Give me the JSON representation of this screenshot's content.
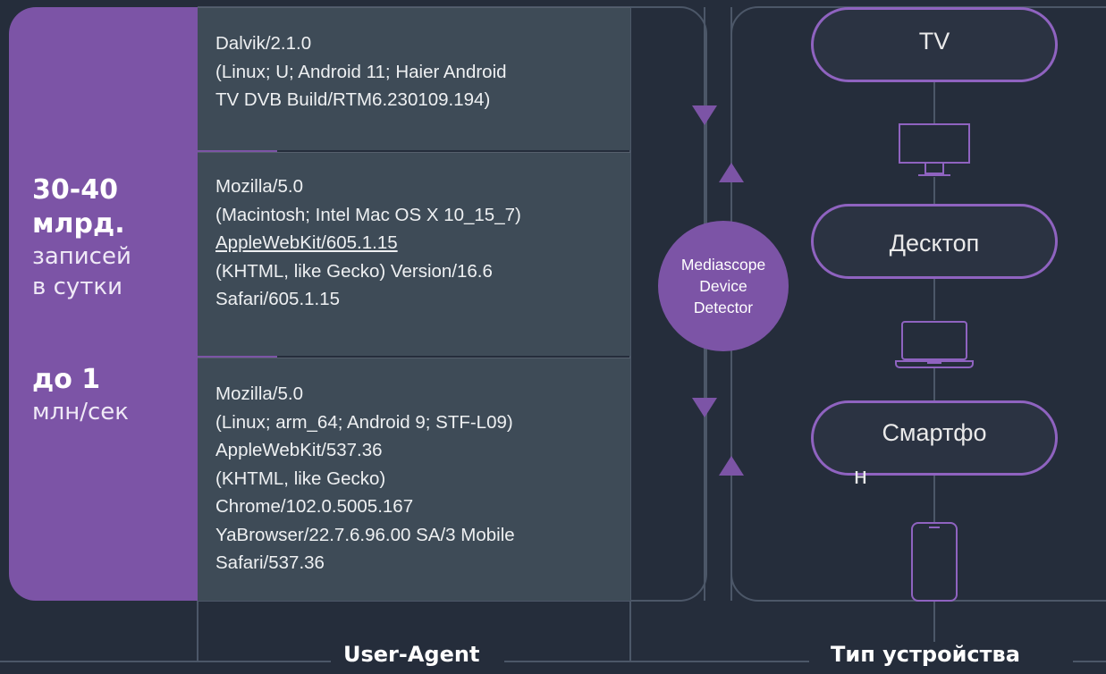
{
  "stats": {
    "records_value_line1": "30-40",
    "records_value_line2": "млрд.",
    "records_caption_line1": "записей",
    "records_caption_line2": "в сутки",
    "rate_value": "до 1",
    "rate_caption": "млн/сек"
  },
  "user_agents": [
    {
      "lines": [
        "Dalvik/2.1.0",
        "(Linux; U; Android 11; Haier Android",
        "TV DVB Build/RTM6.230109.194)"
      ]
    },
    {
      "lines": [
        "Mozilla/5.0",
        "(Macintosh; Intel Mac OS X 10_15_7)",
        "AppleWebKit/605.1.15",
        "(KHTML, like Gecko) Version/16.6",
        "Safari/605.1.15"
      ]
    },
    {
      "lines": [
        "Mozilla/5.0",
        "(Linux; arm_64; Android 9; STF-L09)",
        "AppleWebKit/537.36",
        "(KHTML, like Gecko)",
        "Chrome/102.0.5005.167",
        "YaBrowser/22.7.6.96.00 SA/3 Mobile",
        "Safari/537.36"
      ]
    }
  ],
  "detector": {
    "line1": "Mediascope",
    "line2": "Device",
    "line3": "Detector"
  },
  "device_types": [
    {
      "label": "TV",
      "icon": "tv-icon"
    },
    {
      "label": "Десктоп",
      "icon": "laptop-icon"
    },
    {
      "label_line1": "Смартфо",
      "label_line2": "н",
      "icon": "smartphone-icon"
    }
  ],
  "labels": {
    "left": "User-Agent",
    "right": "Тип устройства"
  },
  "colors": {
    "accent": "#7c54a6",
    "background": "#252d3b",
    "ua_box": "#3e4b57",
    "pill_border": "#8f63c0"
  }
}
